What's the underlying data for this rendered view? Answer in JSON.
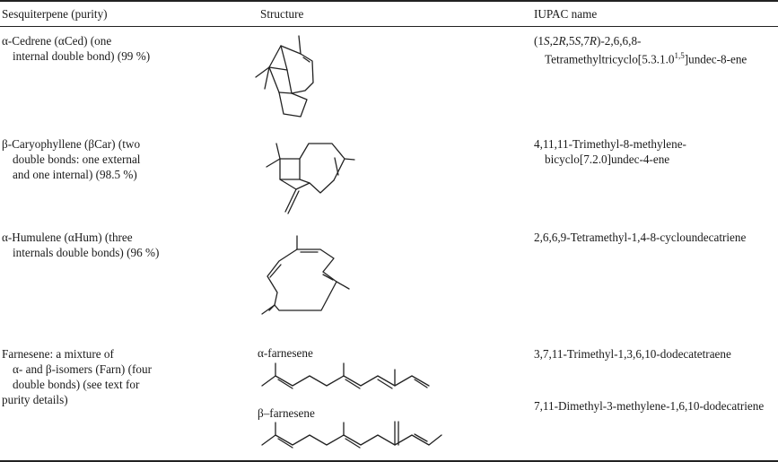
{
  "table": {
    "headers": [
      "Sesquiterpene (purity)",
      "Structure",
      "IUPAC name"
    ],
    "rows": [
      {
        "name_lines": [
          "α-Cedrene (αCed) (one",
          "internal double bond) (99 %)"
        ],
        "structure_labels": [],
        "iupac_html": "(1<i>S</i>,2<i>R</i>,5<i>S</i>,7<i>R</i>)-2,6,6,8-<br><span class=\"ind\">Tetramethyltricyclo[5.3.1.0<sup style=\"font-size:9px\">1,5</sup>]undec-8-ene</span>"
      },
      {
        "name_lines": [
          "β-Caryophyllene (βCar) (two",
          "double bonds: one external",
          "and one internal) (98.5 %)"
        ],
        "structure_labels": [],
        "iupac_lines": [
          "4,11,11-Trimethyl-8-methylene-",
          "bicyclo[7.2.0]undec-4-ene"
        ]
      },
      {
        "name_lines": [
          "α-Humulene (αHum) (three",
          "internals double bonds) (96 %)"
        ],
        "structure_labels": [],
        "iupac_lines": [
          "2,6,6,9-Tetramethyl-1,4-8-cycloundecatriene"
        ]
      },
      {
        "name_lines": [
          "Farnesene: a mixture of",
          "α- and β-isomers (Farn) (four",
          "double bonds) (see text for",
          "purity details)"
        ],
        "structure_labels": [
          "α-farnesene",
          "β–farnesene"
        ],
        "iupac_lines": [
          "3,7,11-Trimethyl-1,3,6,10-dodecatetraene",
          "7,11-Dimethyl-3-methylene-1,6,10-dodecatriene"
        ]
      }
    ]
  }
}
